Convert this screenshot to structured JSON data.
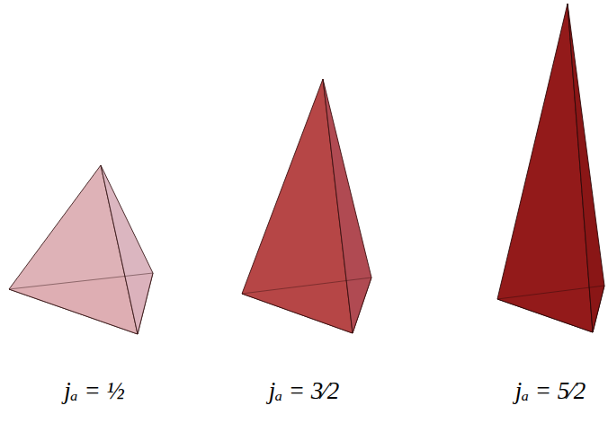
{
  "diagram": {
    "labels": [
      "jₐ = ½",
      "jₐ = 3⁄2",
      "jₐ = 5⁄2"
    ]
  }
}
